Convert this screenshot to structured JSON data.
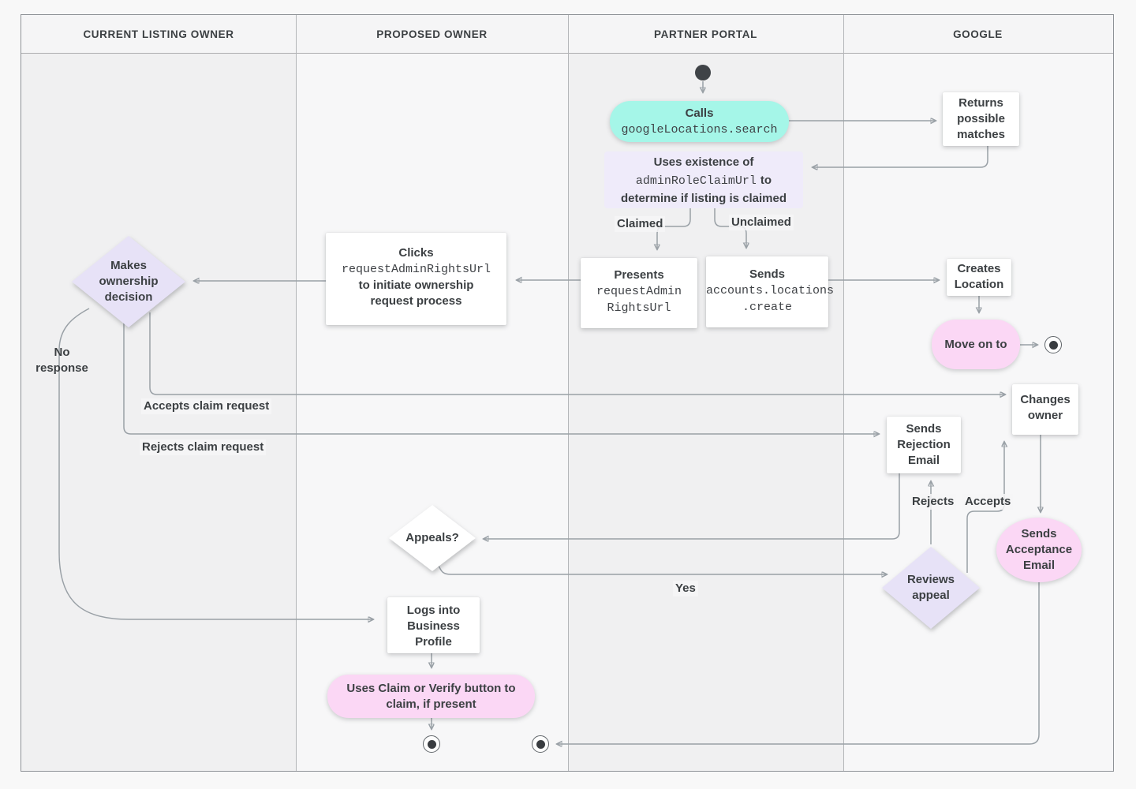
{
  "diagram": {
    "lanes": {
      "col1": "CURRENT LISTING OWNER",
      "col2": "PROPOSED OWNER",
      "col3": "PARTNER PORTAL",
      "col4": "GOOGLE"
    },
    "nodes": {
      "calls": {
        "title": "Calls",
        "code": "googleLocations.search"
      },
      "returns_matches": {
        "label": "Returns possible matches"
      },
      "uses_existence": {
        "line1": "Uses existence of",
        "code": "adminRoleClaimUrl",
        "line2_suffix": "to",
        "line3": "determine if listing is claimed"
      },
      "presents_url": {
        "title": "Presents",
        "code": "requestAdmin\nRightsUrl"
      },
      "sends_create": {
        "title": "Sends",
        "code": "accounts.locations\n.create"
      },
      "creates_location": {
        "label": "Creates Location"
      },
      "move_on": {
        "label": "Move on to"
      },
      "clicks_url": {
        "title": "Clicks",
        "code": "requestAdminRightsUrl",
        "line3": "to initiate ownership request process"
      },
      "ownership_decision": {
        "label": "Makes ownership decision"
      },
      "changes_owner": {
        "label": "Changes owner"
      },
      "sends_rejection": {
        "label": "Sends Rejection Email"
      },
      "sends_acceptance": {
        "label": "Sends Acceptance Email"
      },
      "reviews_appeal": {
        "label": "Reviews appeal"
      },
      "appeals": {
        "label": "Appeals?"
      },
      "logs_in": {
        "label": "Logs into Business Profile"
      },
      "claim_verify": {
        "label": "Uses Claim or Verify button to claim, if present"
      }
    },
    "edge_labels": {
      "claimed": "Claimed",
      "unclaimed": "Unclaimed",
      "no_response": "No response",
      "accepts_claim": "Accepts claim request",
      "rejects_claim": "Rejects claim request",
      "rejects": "Rejects",
      "accepts": "Accepts",
      "yes": "Yes"
    },
    "colors": {
      "teal_action": "#a5f6e8",
      "lavender_note": "#efebfa",
      "lavender_decision": "#e7e2f7",
      "pink_action": "#fbd7f5",
      "connector": "#99a0a6",
      "text": "#3c4043"
    }
  }
}
